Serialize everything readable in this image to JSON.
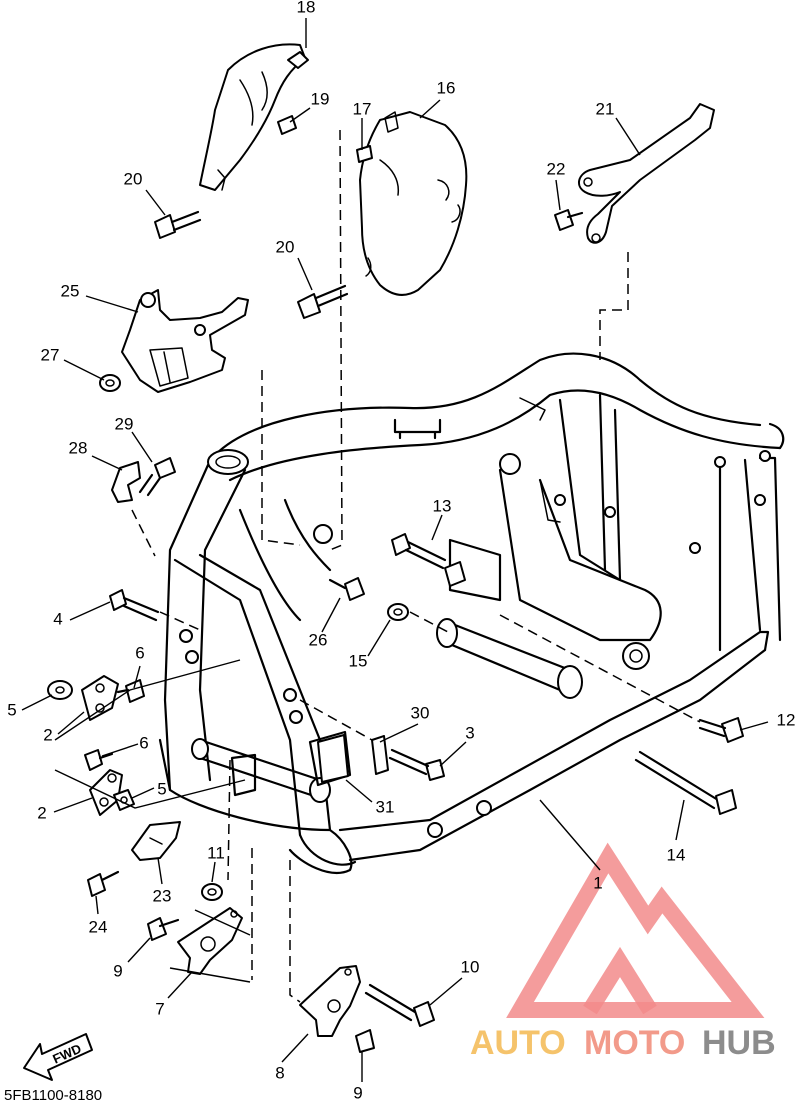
{
  "diagram": {
    "code": "5FB1100-8180",
    "fwd_label": "FWD",
    "callouts": [
      {
        "id": "c18",
        "label": "18"
      },
      {
        "id": "c19",
        "label": "19"
      },
      {
        "id": "c17",
        "label": "17"
      },
      {
        "id": "c16",
        "label": "16"
      },
      {
        "id": "c21",
        "label": "21"
      },
      {
        "id": "c20a",
        "label": "20"
      },
      {
        "id": "c22",
        "label": "22"
      },
      {
        "id": "c20b",
        "label": "20"
      },
      {
        "id": "c25",
        "label": "25"
      },
      {
        "id": "c27",
        "label": "27"
      },
      {
        "id": "c29",
        "label": "29"
      },
      {
        "id": "c28",
        "label": "28"
      },
      {
        "id": "c13",
        "label": "13"
      },
      {
        "id": "c4",
        "label": "4"
      },
      {
        "id": "c26",
        "label": "26"
      },
      {
        "id": "c6a",
        "label": "6"
      },
      {
        "id": "c15",
        "label": "15"
      },
      {
        "id": "c5a",
        "label": "5"
      },
      {
        "id": "c2a",
        "label": "2"
      },
      {
        "id": "c6b",
        "label": "6"
      },
      {
        "id": "c30",
        "label": "30"
      },
      {
        "id": "c3",
        "label": "3"
      },
      {
        "id": "c12",
        "label": "12"
      },
      {
        "id": "c5b",
        "label": "5"
      },
      {
        "id": "c2b",
        "label": "2"
      },
      {
        "id": "c31",
        "label": "31"
      },
      {
        "id": "c14",
        "label": "14"
      },
      {
        "id": "c11",
        "label": "11"
      },
      {
        "id": "c1",
        "label": "1"
      },
      {
        "id": "c23",
        "label": "23"
      },
      {
        "id": "c24",
        "label": "24"
      },
      {
        "id": "c9a",
        "label": "9"
      },
      {
        "id": "c10",
        "label": "10"
      },
      {
        "id": "c7",
        "label": "7"
      },
      {
        "id": "c8",
        "label": "8"
      },
      {
        "id": "c9b",
        "label": "9"
      }
    ]
  },
  "watermark": {
    "word_auto": "AUTO",
    "word_moto": "MOTO",
    "word_hub": "HUB",
    "colors": {
      "auto": "#f5c36b",
      "moto": "#f29a8a",
      "hub": "#8c8c8c",
      "triangle": "#f28b8b"
    }
  }
}
